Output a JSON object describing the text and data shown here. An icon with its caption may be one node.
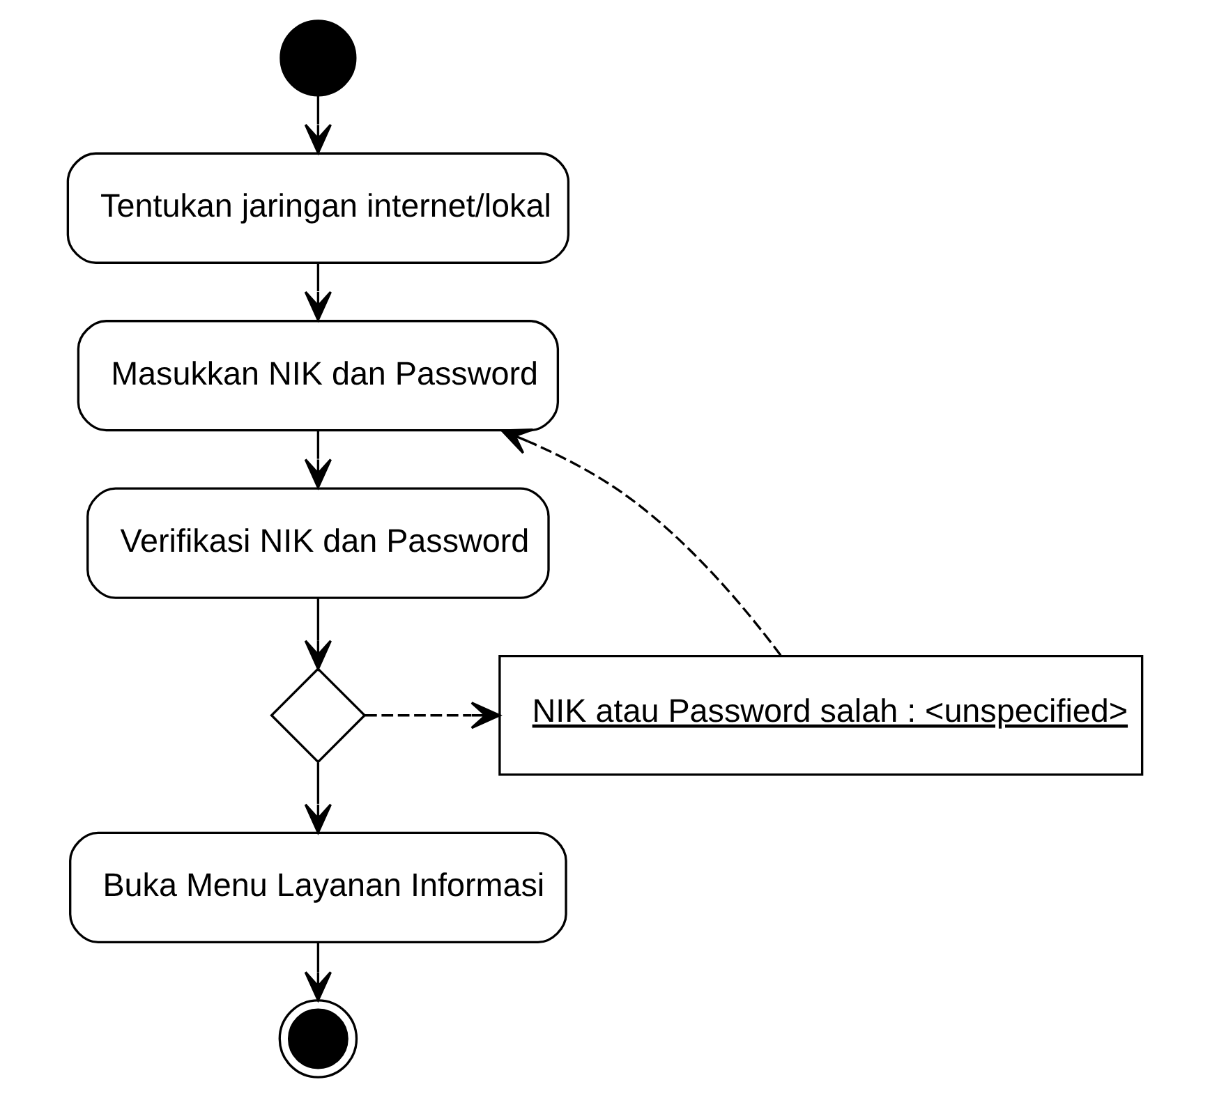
{
  "diagram": {
    "nodes": [
      {
        "text": [],
        "shape": "circle"
      },
      {
        "text": [
          "Tentukan jaringan internet/lokal"
        ]
      },
      {
        "text": [
          "Masukkan NIK dan Password"
        ]
      },
      {
        "text": [
          "Verifikasi NIK dan Password"
        ]
      },
      {
        "text": [],
        "shape": "diamond"
      },
      {
        "text": [
          "NIK atau Password salah : <unspecified>"
        ]
      },
      {
        "text": [
          "Buka Menu Layanan Informasi"
        ]
      },
      {
        "text": [],
        "shape": "circle"
      }
    ],
    "edges": [
      {
        "from": 0,
        "to": 1,
        "arrow": "to"
      },
      {
        "from": 1,
        "to": 2,
        "arrow": "to"
      },
      {
        "from": 2,
        "to": 3,
        "arrow": "to"
      },
      {
        "from": 3,
        "to": 4,
        "arrow": "to"
      },
      {
        "from": 4,
        "to": 5,
        "arrow": "to",
        "style": "dashed"
      },
      {
        "from": 5,
        "to": 2,
        "arrow": "to",
        "style": "dashed"
      },
      {
        "from": 4,
        "to": 6,
        "arrow": "to"
      },
      {
        "from": 6,
        "to": 7,
        "arrow": "to"
      }
    ]
  }
}
